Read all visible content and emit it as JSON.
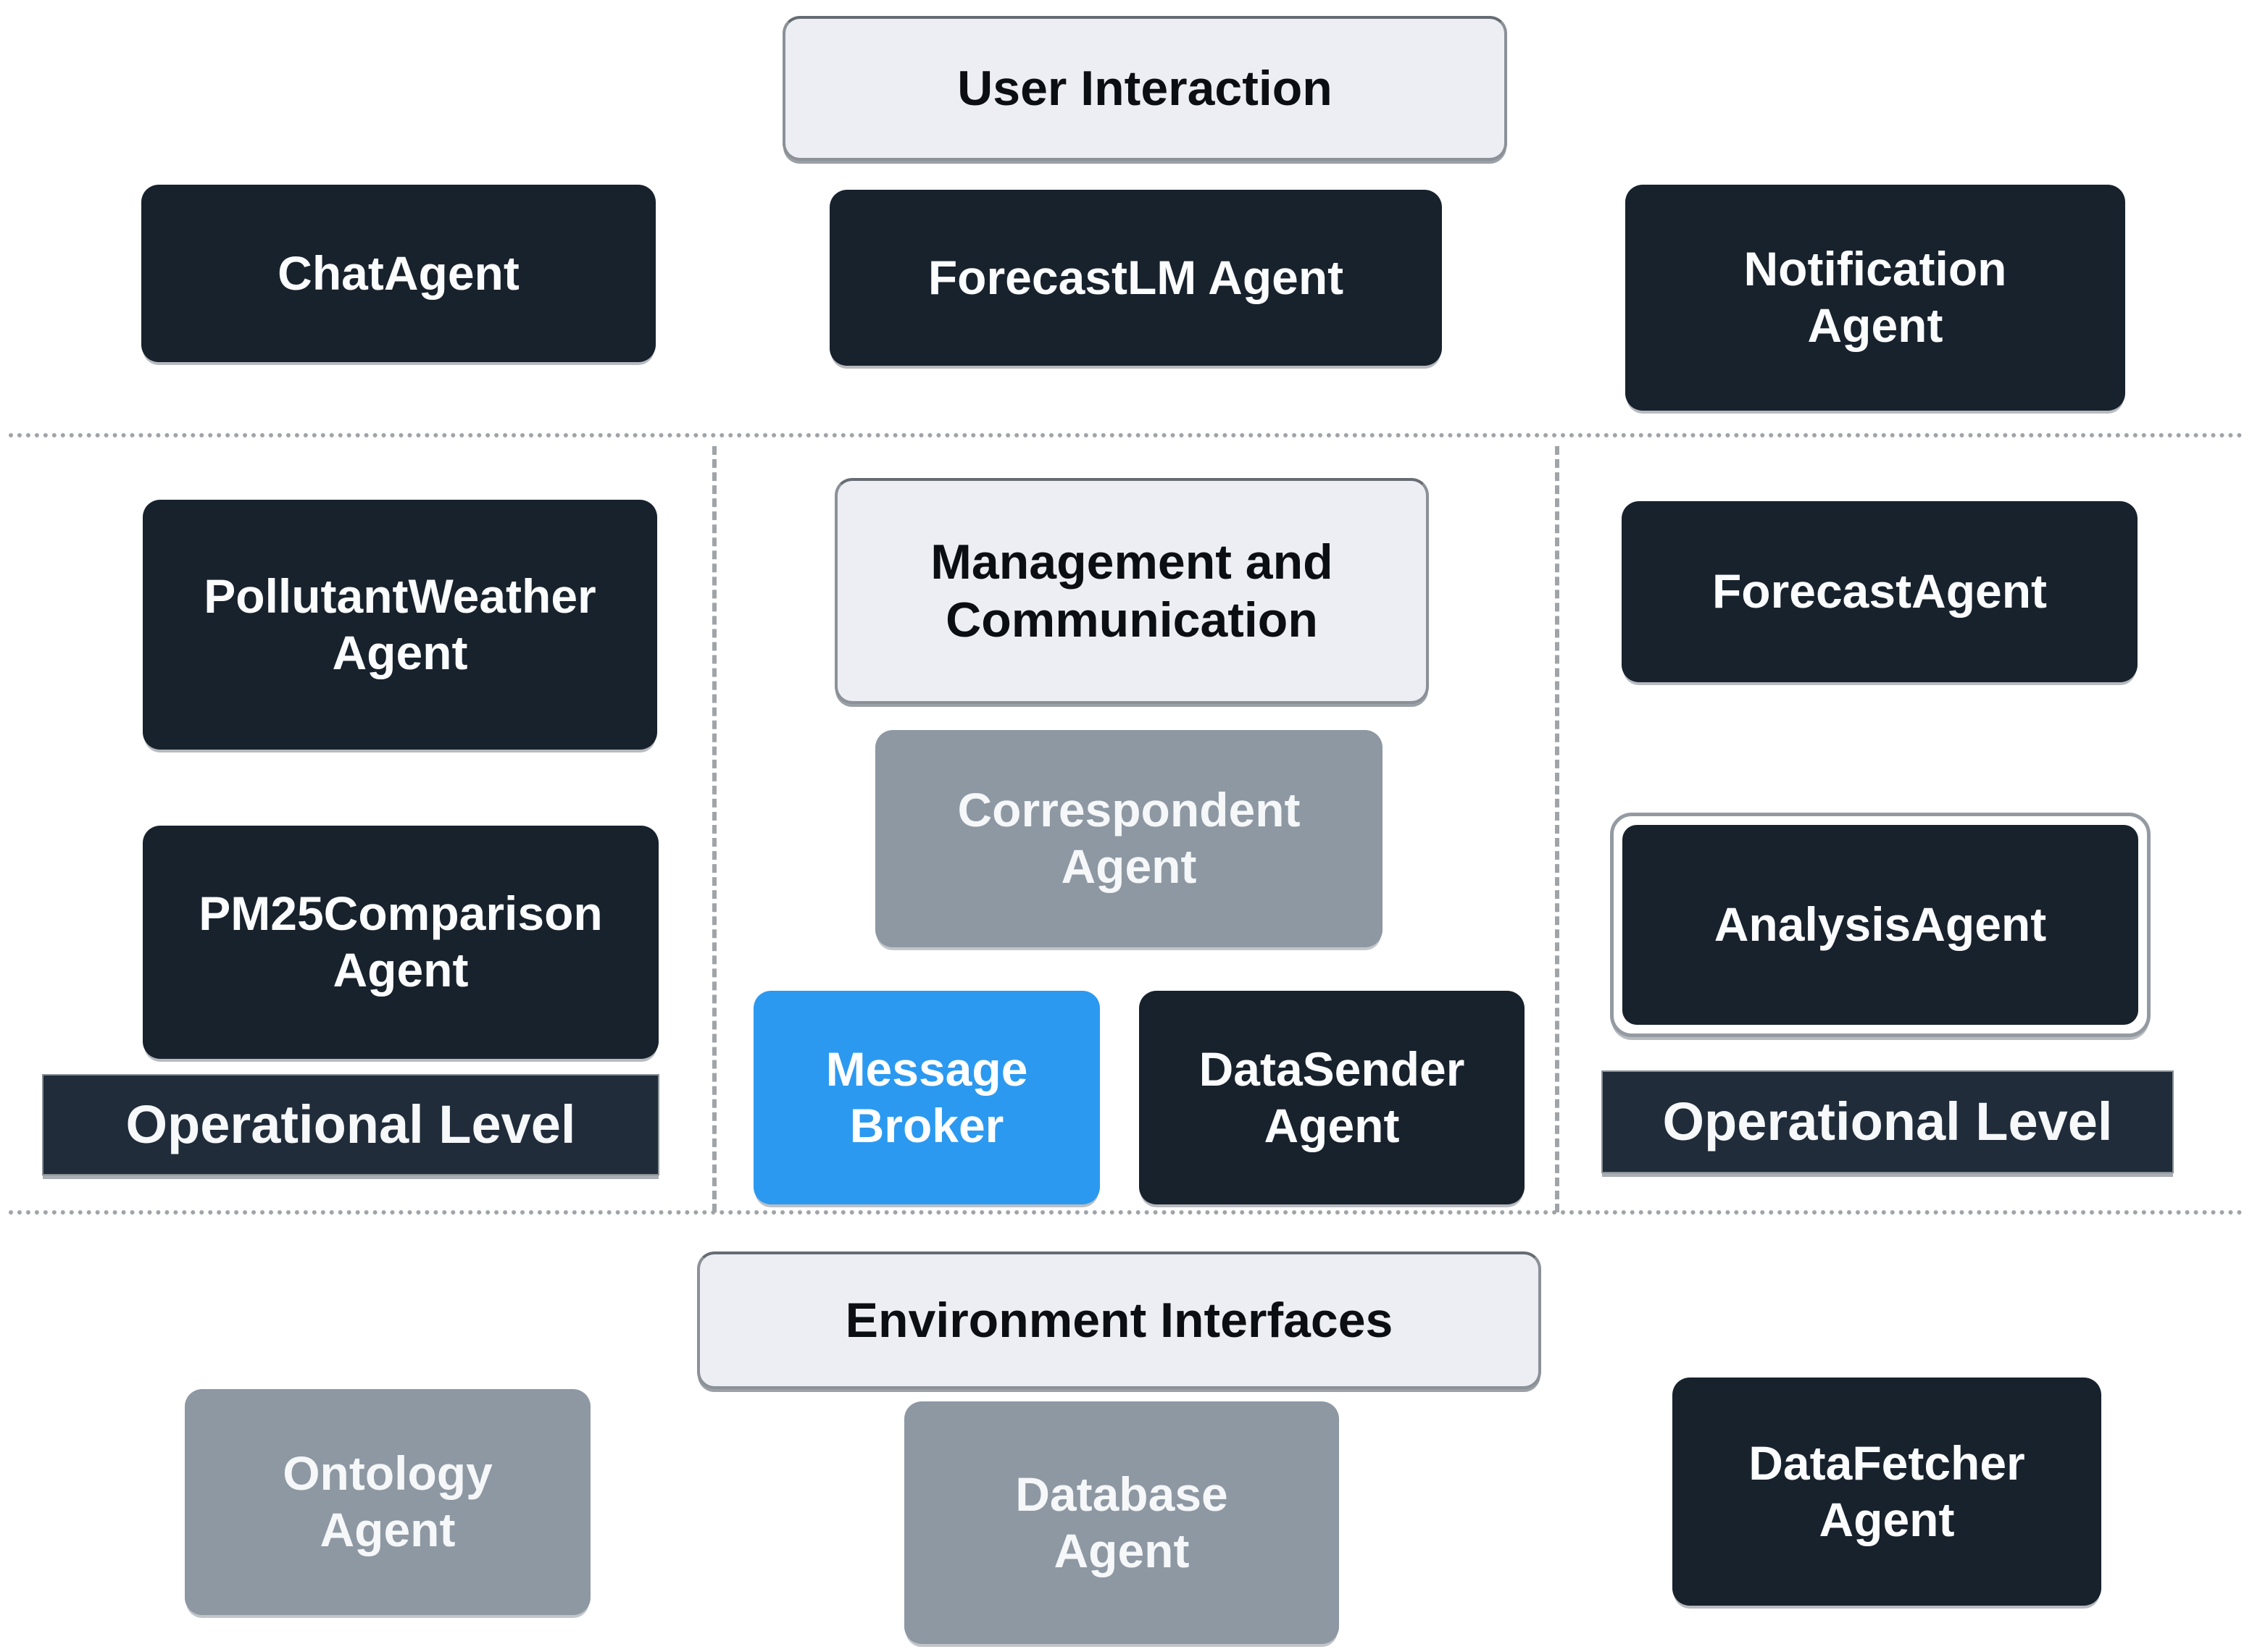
{
  "sections": {
    "user_interaction": {
      "title": "User Interaction"
    },
    "management_communication": {
      "title": "Management and\nCommunication"
    },
    "environment_interfaces": {
      "title": "Environment Interfaces"
    }
  },
  "agents": {
    "chat": "ChatAgent",
    "forecastlm": "ForecastLM Agent",
    "notification": "Notification\nAgent",
    "pollutant_weather": "PollutantWeather\nAgent",
    "pm25_comparison": "PM25Comparison\nAgent",
    "correspondent": "Correspondent\nAgent",
    "message_broker": "Message\nBroker",
    "datasender": "DataSender\nAgent",
    "forecast": "ForecastAgent",
    "analysis": "AnalysisAgent",
    "ontology": "Ontology\nAgent",
    "database": "Database\nAgent",
    "datafetcher": "DataFetcher\nAgent"
  },
  "labels": {
    "operational_level_left": "Operational Level",
    "operational_level_right": "Operational Level"
  },
  "colors": {
    "dark_box": "#18222d",
    "gray_box": "#8d98a3",
    "blue_box": "#2b99f0",
    "light_box": "#eceef4",
    "level_bar": "#202c3a",
    "divider": "#a0a4a8",
    "text_light": "#ffffff",
    "text_dark": "#0b0e12"
  }
}
